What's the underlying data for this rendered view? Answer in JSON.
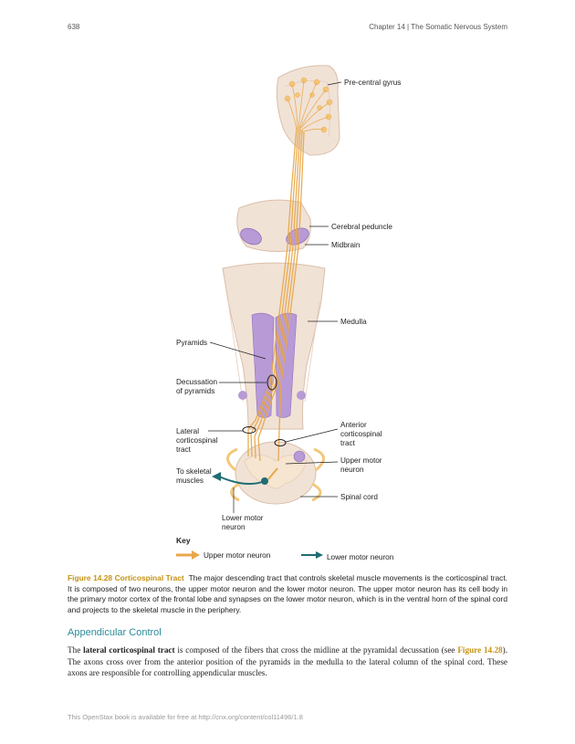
{
  "header": {
    "page_number": "638",
    "chapter_title": "Chapter 14 | The Somatic Nervous System"
  },
  "figure": {
    "labels": {
      "precentral_gyrus": "Pre-central gyrus",
      "cerebral_peduncle": "Cerebral peduncle",
      "midbrain": "Midbrain",
      "medulla": "Medulla",
      "pyramids": "Pyramids",
      "decussation_1": "Decussation",
      "decussation_2": "of pyramids",
      "lateral_1": "Lateral",
      "lateral_2": "corticospinal",
      "lateral_3": "tract",
      "anterior_1": "Anterior",
      "anterior_2": "corticospinal",
      "anterior_3": "tract",
      "upper_motor_1": "Upper motor",
      "upper_motor_2": "neuron",
      "to_skeletal_1": "To skeletal",
      "to_skeletal_2": "muscles",
      "spinal_cord": "Spinal cord",
      "lower_motor_1": "Lower motor",
      "lower_motor_2": "neuron"
    },
    "key": {
      "title": "Key",
      "upper": "Upper motor neuron",
      "lower": "Lower motor neuron"
    },
    "colors": {
      "tract": "#e8a84a",
      "tract_light": "#f3c77a",
      "brain": "#f1e2d6",
      "brain_edge": "#d9bfa9",
      "purple": "#b79ad6",
      "purple_dark": "#8f6fbf",
      "lower_neuron": "#1f6d73"
    }
  },
  "caption": {
    "fig_label": "Figure 14.28 Corticospinal Tract",
    "text": "The major descending tract that controls skeletal muscle movements is the corticospinal tract. It is composed of two neurons, the upper motor neuron and the lower motor neuron. The upper motor neuron has its cell body in the primary motor cortex of the frontal lobe and synapses on the lower motor neuron, which is in the ventral horn of the spinal cord and projects to the skeletal muscle in the periphery."
  },
  "section": {
    "heading": "Appendicular Control",
    "p_start": "The ",
    "p_bold": "lateral corticospinal tract",
    "p_mid": " is composed of the fibers that cross the midline at the pyramidal decussation (see ",
    "p_ref": "Figure 14.28",
    "p_end": "). The axons cross over from the anterior position of the pyramids in the medulla to the lateral column of the spinal cord. These axons are responsible for controlling appendicular muscles."
  },
  "footer": {
    "text": "This OpenStax book is available for free at http://cnx.org/content/col11496/1.8"
  }
}
